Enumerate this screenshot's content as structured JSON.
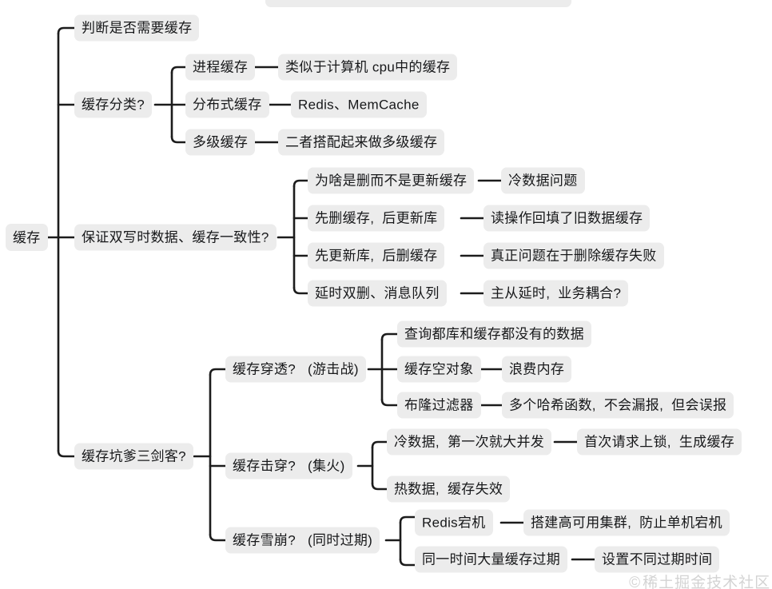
{
  "diagram": {
    "type": "mindmap",
    "title": "缓存",
    "background_color": "#ffffff",
    "node_fill_color": "#ececec",
    "node_text_color": "#17181a",
    "edge_color": "#1c1c1c"
  },
  "root": {
    "label": "缓存"
  },
  "partial_top_node": {
    "label": ""
  },
  "nodes": {
    "n_pan_duan": "判断是否需要缓存",
    "n_fen_lei": "缓存分类?",
    "n_jin_cheng": "进程缓存",
    "n_jin_cheng_d": "类似于计算机 cpu中的缓存",
    "n_fen_bu_shi": "分布式缓存",
    "n_fen_bu_shi_d": "Redis、MemCache",
    "n_duo_ji": "多级缓存",
    "n_duo_ji_d": "二者搭配起来做多级缓存",
    "n_yi_zhi_xing": "保证双写时数据、缓存一致性?",
    "n_wei_sha": "为啥是删而不是更新缓存",
    "n_wei_sha_d": "冷数据问题",
    "n_xian_shan": "先删缓存,  后更新库",
    "n_xian_shan_d": "读操作回填了旧数据缓存",
    "n_xian_geng": "先更新库,  后删缓存",
    "n_xian_geng_d": "真正问题在于删除缓存失败",
    "n_yan_shi": "延时双删、消息队列",
    "n_yan_shi_d": "主从延时,  业务耦合?",
    "n_san_jian_ke": "缓存坑爹三剑客?",
    "n_chuan_tou": "缓存穿透?   (游击战)",
    "n_chuan_tou_c1": "查询都库和缓存都没有的数据",
    "n_chuan_tou_c2": "缓存空对象",
    "n_chuan_tou_c2_d": "浪费内存",
    "n_chuan_tou_c3": "布隆过滤器",
    "n_chuan_tou_c3_d": "多个哈希函数,  不会漏报,  但会误报",
    "n_ji_chuan": "缓存击穿?   (集火)",
    "n_ji_chuan_c1": "冷数据,  第一次就大并发",
    "n_ji_chuan_c1_d": "首次请求上锁,  生成缓存",
    "n_ji_chuan_c2": "热数据,  缓存失效",
    "n_xue_beng": "缓存雪崩?   (同时过期)",
    "n_xue_beng_c1": "Redis宕机",
    "n_xue_beng_c1_d": "搭建高可用集群,  防止单机宕机",
    "n_xue_beng_c2": "同一时间大量缓存过期",
    "n_xue_beng_c2_d": "设置不同过期时间"
  },
  "watermark": {
    "mark": "©",
    "text": "稀土掘金技术社区"
  }
}
